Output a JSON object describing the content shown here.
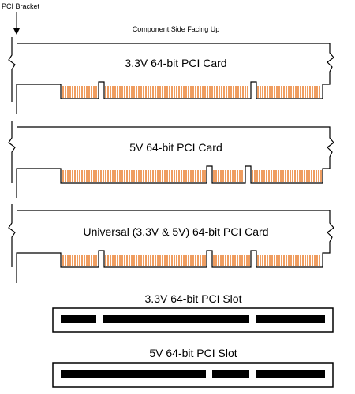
{
  "labels": {
    "pci_bracket": "PCI Bracket",
    "orientation": "Component Side Facing Up"
  },
  "cards": [
    {
      "title": "3.3V 64-bit PCI Card"
    },
    {
      "title": "5V 64-bit PCI Card"
    },
    {
      "title": "Universal (3.3V & 5V) 64-bit PCI Card"
    }
  ],
  "slots": [
    {
      "title": "3.3V 64-bit PCI Slot"
    },
    {
      "title": "5V 64-bit PCI Slot"
    }
  ],
  "colors": {
    "line": "#000000",
    "contact": "#e8731c",
    "background": "#ffffff"
  }
}
